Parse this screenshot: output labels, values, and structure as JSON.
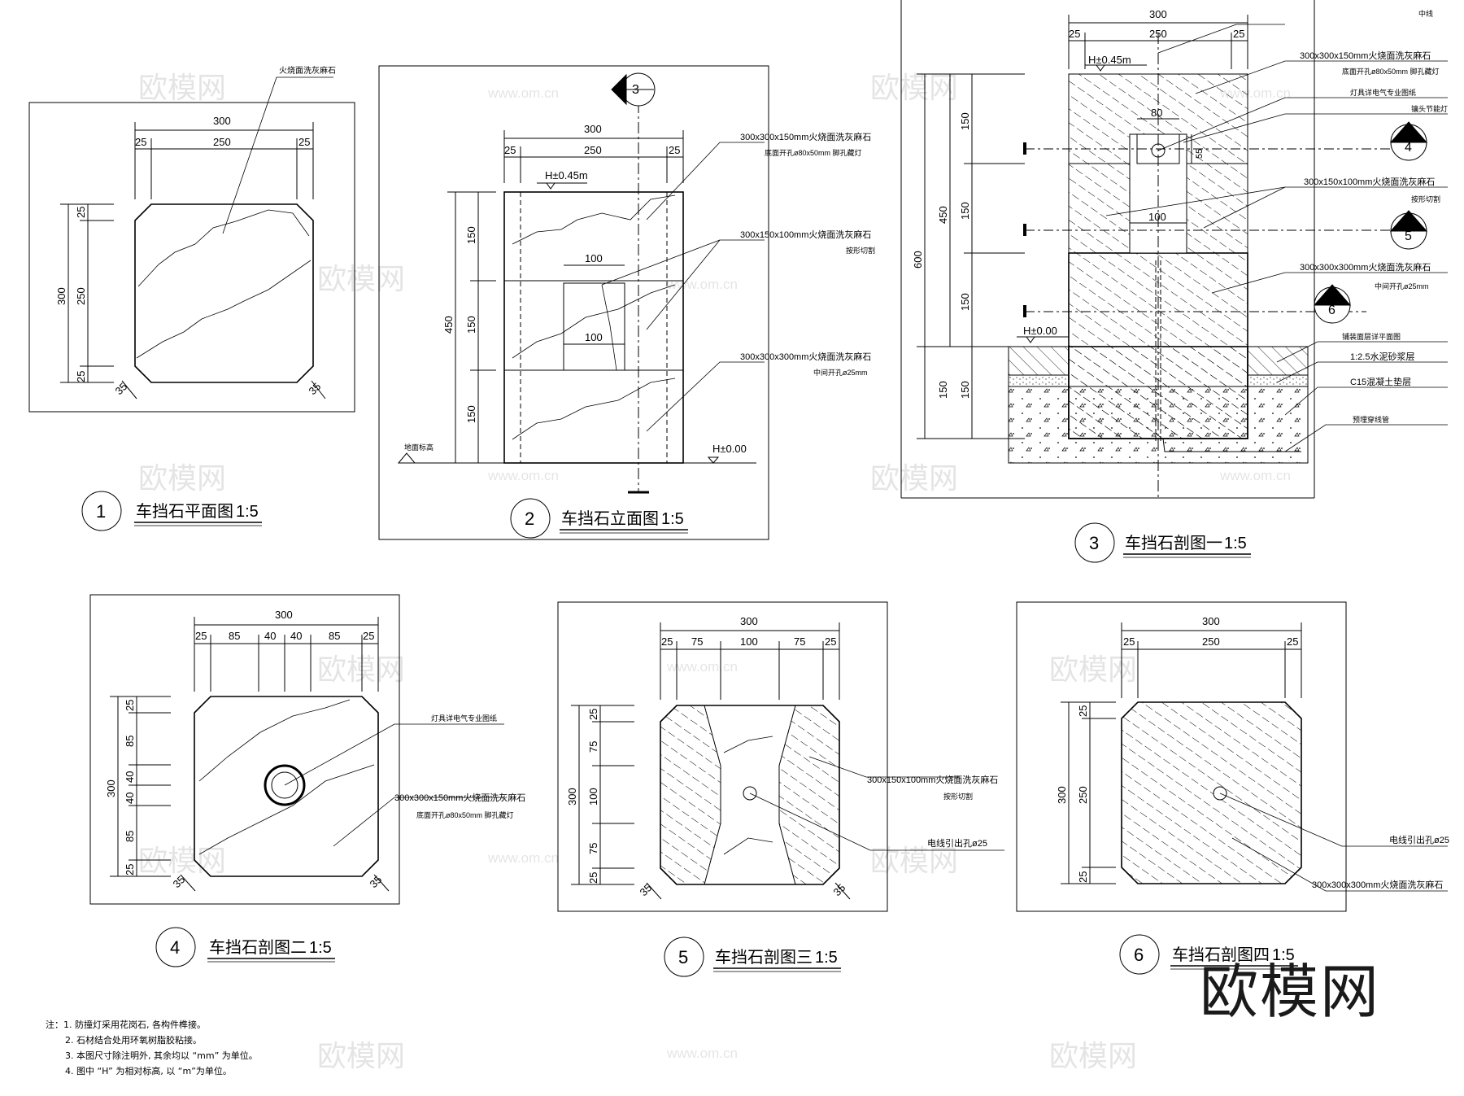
{
  "drawings": {
    "d1": {
      "num": "1",
      "title": "车挡石平面图",
      "scale": "1:5"
    },
    "d2": {
      "num": "2",
      "title": "车挡石立面图",
      "scale": "1:5"
    },
    "d3": {
      "num": "3",
      "title": "车挡石剖图一",
      "scale": "1:5"
    },
    "d4": {
      "num": "4",
      "title": "车挡石剖图二",
      "scale": "1:5"
    },
    "d5": {
      "num": "5",
      "title": "车挡石剖图三",
      "scale": "1:5"
    },
    "d6": {
      "num": "6",
      "title": "车挡石剖图四",
      "scale": "1:5"
    }
  },
  "dims": {
    "d300": "300",
    "d250": "250",
    "d25": "25",
    "d35": "35",
    "d150": "150",
    "d450": "450",
    "d600": "600",
    "d100": "100",
    "d80": "80",
    "d85": "85",
    "d40": "40",
    "d75": "75",
    "d55": "55"
  },
  "elevations": {
    "top": "H±0.45m",
    "zero": "H±0.00",
    "zero3": "H±0.00"
  },
  "labels": {
    "granite_plan": "火烧面洗灰麻石",
    "stone_150": "300x300x150mm火烧面洗灰麻石",
    "hole_80": "底面开孔ø80x50mm 脚孔藏灯",
    "stone_100": "300x150x100mm火烧面洗灰麻石",
    "trapezoid_cut": "按形切割",
    "stone_300": "300x300x300mm火烧面洗灰麻石",
    "hole_25": "中间开孔ø25mm",
    "ground_level": "地面标高",
    "centerline": "中线",
    "lamp_ref": "灯具详电气专业图纸",
    "spotlight": "镶头节能灯",
    "paving": "铺装面层详平面图",
    "mortar": "1:2.5水泥砂浆层",
    "concrete": "C15混凝土垫层",
    "conduit": "预埋穿线管",
    "cable_hole": "电线引出孔ø25",
    "sec4": "4",
    "sec5": "5",
    "sec6": "6",
    "sec3": "3"
  },
  "notes": {
    "prefix": "注：",
    "n1": "1. 防撞灯采用花岗石, 各构件榫接。",
    "n2": "2. 石材结合处用环氧树脂胶粘接。",
    "n3": "3. 本图尺寸除注明外, 其余均以 “mm” 为单位。",
    "n4": "4. 图中 “H” 为相对标高, 以 “m”为单位。"
  },
  "watermark": {
    "cn": "欧模网",
    "url": "www.om.cn"
  }
}
